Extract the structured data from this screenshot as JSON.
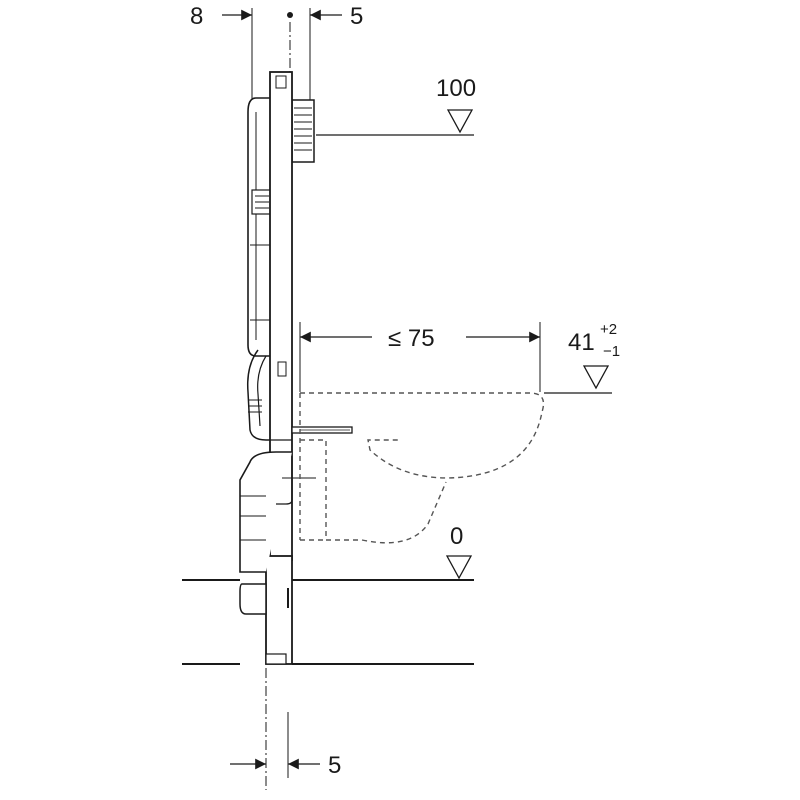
{
  "dimensions": {
    "top_left_offset": "8",
    "top_right_offset": "5",
    "bottom_offset": "5",
    "bowl_projection": "≤ 75",
    "rim_height": {
      "value": "41",
      "tol_plus": "+2",
      "tol_minus": "−1"
    }
  },
  "levels": {
    "top_level": "100",
    "floor_level": "0"
  },
  "colors": {
    "line": "#1a1a1a",
    "dashed": "#555555",
    "frame_fill": "#ffffff"
  }
}
